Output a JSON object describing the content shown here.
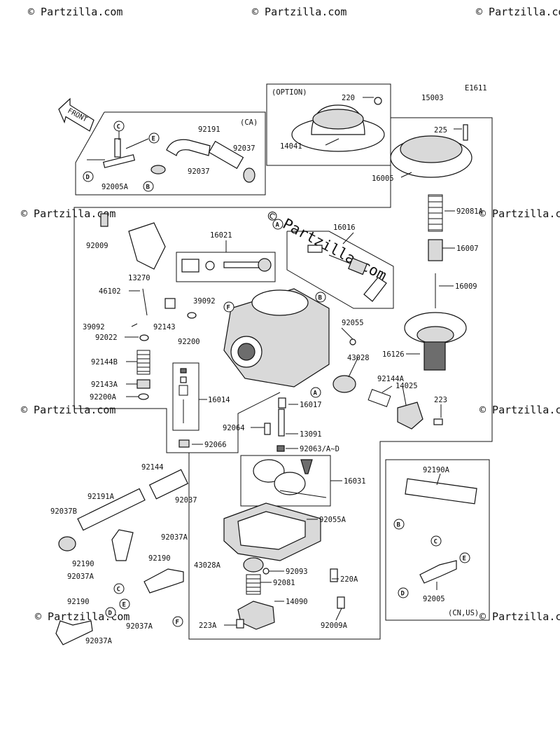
{
  "diagram": {
    "code": "E1611",
    "front_label": "FRONT",
    "watermark": "© Partzilla.com",
    "watermark_center": "© Partzilla.com",
    "boxes": {
      "option": "(OPTION)",
      "ca": "(CA)",
      "cn_us": "(CN,US)"
    },
    "part_numbers": {
      "p220": "220",
      "p15003": "15003",
      "p14041": "14041",
      "p92191": "92191",
      "p92037_ca1": "92037",
      "p92037_ca2": "92037",
      "p92005A": "92005A",
      "p225": "225",
      "p16005": "16005",
      "p92081A": "92081A",
      "p16007": "16007",
      "p16009": "16009",
      "p16126": "16126",
      "p92009": "92009",
      "p16021": "16021",
      "p16016": "16016",
      "p13270": "13270",
      "p46102": "46102",
      "p39092_r": "39092",
      "p39092_l": "39092",
      "p92143": "92143",
      "p92022": "92022",
      "p92200": "92200",
      "p92144B": "92144B",
      "p92143A": "92143A",
      "p92200A": "92200A",
      "p16014": "16014",
      "p92055": "92055",
      "p43028": "43028",
      "p92144A": "92144A",
      "p14025": "14025",
      "p223": "223",
      "p16017": "16017",
      "p92064": "92064",
      "p13091": "13091",
      "p92066": "92066",
      "p92063": "92063/A~D",
      "p92144": "92144",
      "p16031": "16031",
      "p92190A": "92190A",
      "p92191A": "92191A",
      "p92037_mid": "92037",
      "p92037B": "92037B",
      "p92037A_1": "92037A",
      "p92055A": "92055A",
      "p92190_1": "92190",
      "p92190_2": "92190",
      "p92037A_2": "92037A",
      "p43028A": "43028A",
      "p92093": "92093",
      "p92081": "92081",
      "p220A": "220A",
      "p14090": "14090",
      "p92190_3": "92190",
      "p92037A_3": "92037A",
      "p92037A_4": "92037A",
      "p223A": "223A",
      "p92009A": "92009A",
      "p92005": "92005"
    },
    "refs": {
      "A": "A",
      "B": "B",
      "C": "C",
      "D": "D",
      "E": "E",
      "F": "F"
    }
  }
}
